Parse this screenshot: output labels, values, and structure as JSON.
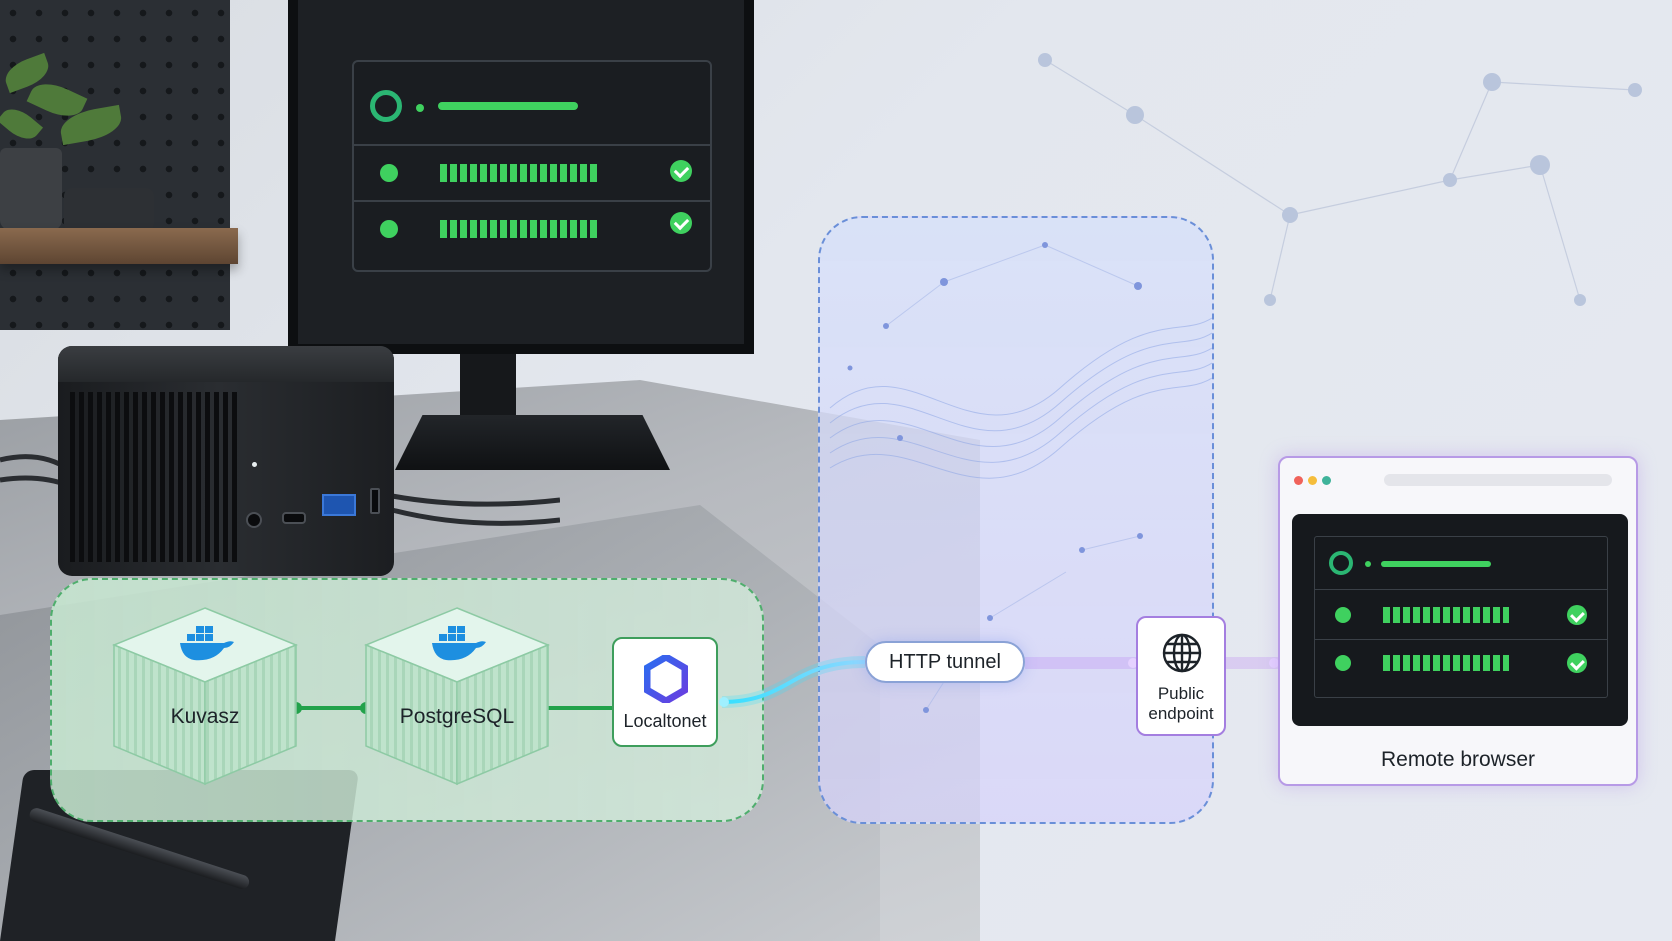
{
  "diagram": {
    "local_zone": {
      "kuvasz": {
        "label": "Kuvasz",
        "icon": "docker-icon"
      },
      "postgresql": {
        "label": "PostgreSQL",
        "icon": "docker-icon"
      },
      "localtonet": {
        "label": "Localtonet",
        "icon": "localtonet-hexagon-icon"
      }
    },
    "tunnel": {
      "label": "HTTP tunnel"
    },
    "endpoint": {
      "line1": "Public",
      "line2": "endpoint",
      "icon": "globe-icon"
    },
    "browser": {
      "label": "Remote browser"
    }
  },
  "colors": {
    "local_zone_border": "#4fae6d",
    "status_green": "#3fd15f",
    "tunnel_cyan": "#35e0ff",
    "tunnel_purple": "#b97cf5",
    "net_zone_border": "#6a8fd8"
  }
}
